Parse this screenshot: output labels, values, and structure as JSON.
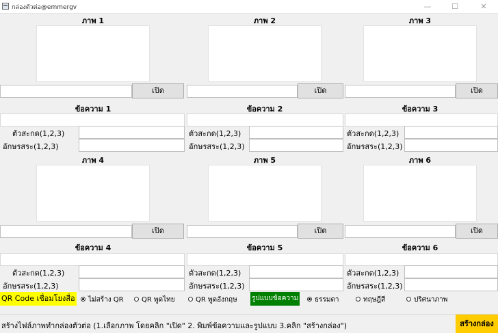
{
  "window": {
    "title": "กล่องตัวต่อ@emmergv",
    "minimize": "—",
    "maximize": "☐",
    "close": "✕"
  },
  "panels": [
    {
      "image_label": "ภาพ 1",
      "open_label": "เปิด",
      "text_label": "ข้อความ 1",
      "consonant_label": "ตัวสะกด(1,2,3)",
      "vowel_label": "อักษรสระ(1,2,3)"
    },
    {
      "image_label": "ภาพ 2",
      "open_label": "เปิด",
      "text_label": "ข้อความ 2",
      "consonant_label": "ตัวสะกด(1,2,3)",
      "vowel_label": "อักษรสระ(1,2,3)"
    },
    {
      "image_label": "ภาพ 3",
      "open_label": "เปิด",
      "text_label": "ข้อความ 3",
      "consonant_label": "ตัวสะกด(1,2,3)",
      "vowel_label": "อักษรสระ(1,2,3)"
    },
    {
      "image_label": "ภาพ 4",
      "open_label": "เปิด",
      "text_label": "ข้อความ 4",
      "consonant_label": "ตัวสะกด(1,2,3)",
      "vowel_label": "อักษรสระ(1,2,3)"
    },
    {
      "image_label": "ภาพ 5",
      "open_label": "เปิด",
      "text_label": "ข้อความ 5",
      "consonant_label": "ตัวสะกด(1,2,3)",
      "vowel_label": "อักษรสระ(1,2,3)"
    },
    {
      "image_label": "ภาพ 6",
      "open_label": "เปิด",
      "text_label": "ข้อความ 6",
      "consonant_label": "ตัวสะกด(1,2,3)",
      "vowel_label": "อักษรสระ(1,2,3)"
    }
  ],
  "qr": {
    "label": "QR Code เชื่อมโยงสื่อ",
    "options": [
      "ไม่สร้าง QR",
      "QR พูดไทย",
      "QR พูดอังกฤษ"
    ],
    "selected": 0
  },
  "style": {
    "label": "รูปแบบข้อความ",
    "options": [
      "ธรรมดา",
      "ทฤษฎีสี",
      "ปริศนาภาพ"
    ],
    "selected": 0
  },
  "status": {
    "text": "สร้างไฟล์ภาพทำกล่องตัวต่อ (1.เลือกภาพ โดยคลิก \"เปิด\" 2. พิมพ์ข้อความและรูปแบบ 3.คลิก \"สร้างกล่อง\")"
  },
  "create_label": "สร้างกล่อง",
  "colors": {
    "qr_tag": "#ffff00",
    "style_tag": "#008000",
    "create_button": "#ffcc00"
  }
}
